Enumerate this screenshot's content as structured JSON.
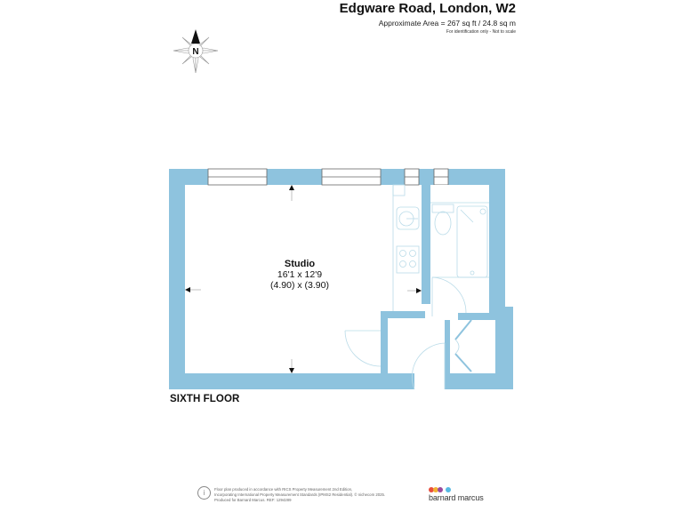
{
  "header": {
    "title": "Edgware Road, London, W2",
    "area": "Approximate Area = 267 sq ft / 24.8 sq m",
    "disclaimer": "For identification only - Not to scale"
  },
  "compass": {
    "icon": "north-compass-icon",
    "label": "N"
  },
  "rooms": [
    {
      "name": "Studio",
      "dims_imperial": "16'1 x 12'9",
      "dims_metric": "(4.90) x (3.90)"
    }
  ],
  "floor_label": "SIXTH FLOOR",
  "footer": {
    "icon": "info-icon",
    "lines": [
      "Floor plan produced in accordance with RICS Property Measurement 2nd Edition,",
      "Incorporating International Property Measurement Standards (IPMS2 Residential).  © nichecom 2025.",
      "Produced for Barnard Marcus.   REF: 1294289"
    ]
  },
  "brand": {
    "name": "barnard marcus",
    "dot_colors": [
      "#e94e3d",
      "#f2b233",
      "#9b4a9e",
      "#56b9e3"
    ]
  },
  "colors": {
    "wall": "#8ec3de",
    "fixture_line": "#b9dbe8",
    "window_line": "#666666",
    "arrow": "#111111"
  }
}
